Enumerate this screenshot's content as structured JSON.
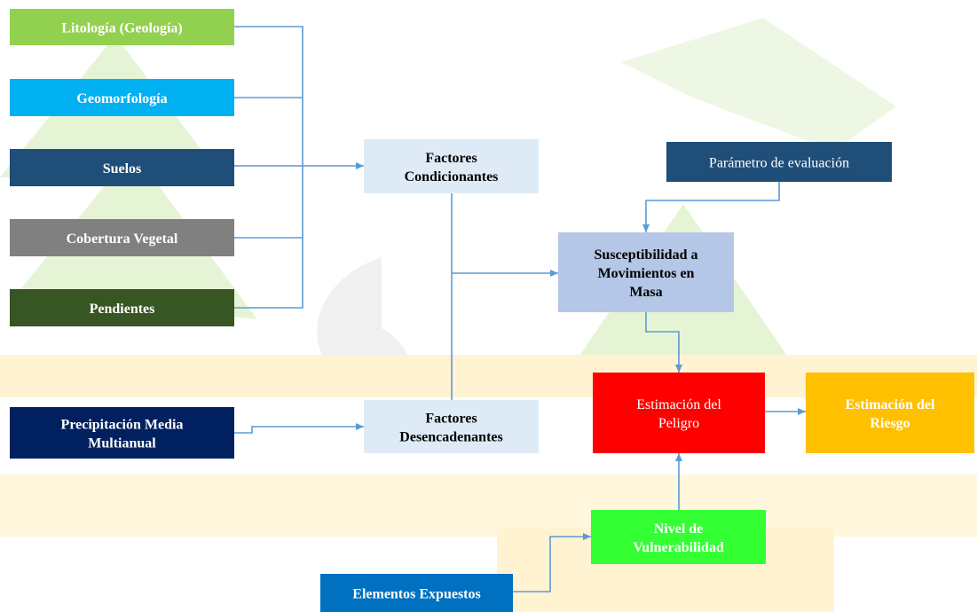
{
  "colors": {
    "connector": "#5b9bd5",
    "watermark_green": "#e6f4d6",
    "watermark_yellow": "#fff3d2",
    "watermark_gray": "#f0f0f0"
  },
  "nodes": {
    "litologia": {
      "lines": [
        "Litología (Geología)"
      ],
      "fill": "#92d050",
      "text_color": "#ffffff",
      "bold": true
    },
    "geomorfologia": {
      "lines": [
        "Geomorfología"
      ],
      "fill": "#00b0f0",
      "text_color": "#ffffff",
      "bold": true
    },
    "suelos": {
      "lines": [
        "Suelos"
      ],
      "fill": "#1f4e79",
      "text_color": "#ffffff",
      "bold": true
    },
    "cobertura": {
      "lines": [
        "Cobertura Vegetal"
      ],
      "fill": "#808080",
      "text_color": "#ffffff",
      "bold": true
    },
    "pendientes": {
      "lines": [
        "Pendientes"
      ],
      "fill": "#375623",
      "text_color": "#ffffff",
      "bold": true
    },
    "precipitacion": {
      "lines": [
        "Precipitación Media",
        "Multianual"
      ],
      "fill": "#002060",
      "text_color": "#ffffff",
      "bold": true
    },
    "condicionantes": {
      "lines": [
        "Factores",
        "Condicionantes"
      ],
      "fill": "#deebf7",
      "text_color": "#000000",
      "bold": true
    },
    "desencadenantes": {
      "lines": [
        "Factores",
        "Desencadenantes"
      ],
      "fill": "#deebf7",
      "text_color": "#000000",
      "bold": true
    },
    "parametro": {
      "lines": [
        "Parámetro de evaluación"
      ],
      "fill": "#1f4e79",
      "text_color": "#ffffff",
      "bold": false
    },
    "susceptibilidad": {
      "lines": [
        "Susceptibilidad a",
        "Movimientos en",
        "Masa"
      ],
      "fill": "#b4c7e7",
      "text_color": "#000000",
      "bold": true
    },
    "peligro": {
      "lines": [
        "Estimación del",
        "Peligro"
      ],
      "fill": "#ff0000",
      "text_color": "#ffffff",
      "bold": false
    },
    "riesgo": {
      "lines": [
        "Estimación del",
        "Riesgo"
      ],
      "fill": "#ffc000",
      "text_color": "#ffffff",
      "bold": true
    },
    "vulnerabilidad": {
      "lines": [
        "Nivel de",
        "Vulnerabilidad"
      ],
      "fill": "#33ff33",
      "text_color": "#ffffff",
      "bold": true
    },
    "expuestos": {
      "lines": [
        "Elementos Expuestos"
      ],
      "fill": "#0070c0",
      "text_color": "#ffffff",
      "bold": true
    }
  }
}
